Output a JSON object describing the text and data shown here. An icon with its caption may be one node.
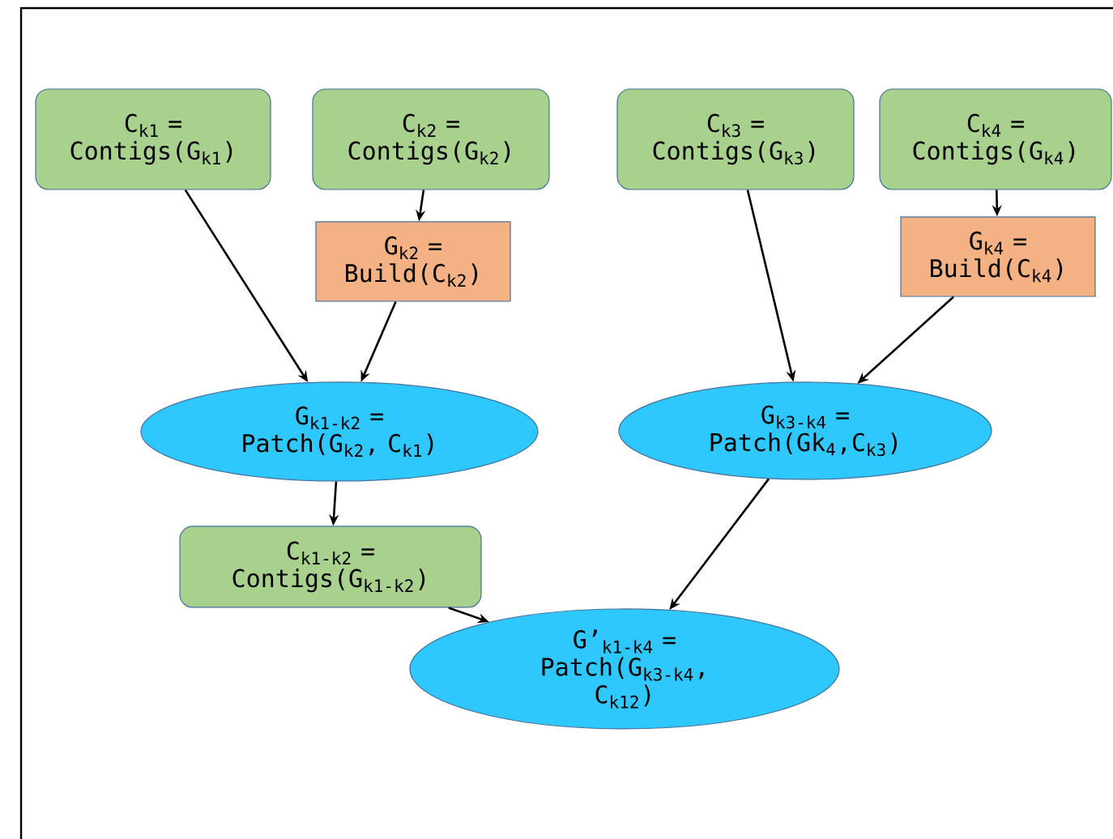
{
  "diagram": {
    "nodes": [
      {
        "text": [
          "C$_{k1}$ = Contigs(G$_{k1}$)"
        ]
      },
      {
        "text": [
          "C$_{k2}$ = Contigs(G$_{k2}$)"
        ]
      },
      {
        "text": [
          "C$_{k3}$ = Contigs(G$_{k3}$)"
        ]
      },
      {
        "text": [
          "C$_{k4}$ = Contigs(G$_{k4}$)"
        ]
      },
      {
        "text": [
          "G$_{k2}$ = Build(C$_{k2}$)"
        ]
      },
      {
        "text": [
          "G$_{k4}$ = Build(C$_{k4}$)"
        ]
      },
      {
        "text": [
          "G$_{k1-k2}$ = Patch(G$_{k2}$, C$_{k1}$)"
        ]
      },
      {
        "text": [
          "G$_{k3-k4}$ = Patch(Gk$_{4}$,C$_{k3}$)"
        ]
      },
      {
        "text": [
          "C$_{k1-k2}$ = Contigs(G$_{k1-k2}$)"
        ]
      },
      {
        "text": [
          "G’$_{k1-k4}$ = Patch(G$_{k3-k4}$, C$_{k12}$)"
        ]
      }
    ],
    "edges": [
      {
        "from": 0,
        "to": 6,
        "arrow": "to"
      },
      {
        "from": 1,
        "to": 4,
        "arrow": "to"
      },
      {
        "from": 4,
        "to": 6,
        "arrow": "to"
      },
      {
        "from": 2,
        "to": 7,
        "arrow": "to"
      },
      {
        "from": 3,
        "to": 5,
        "arrow": "to"
      },
      {
        "from": 5,
        "to": 7,
        "arrow": "to"
      },
      {
        "from": 6,
        "to": 8,
        "arrow": "to"
      },
      {
        "from": 8,
        "to": 9,
        "arrow": "to"
      },
      {
        "from": 7,
        "to": 9,
        "arrow": "to"
      }
    ]
  }
}
